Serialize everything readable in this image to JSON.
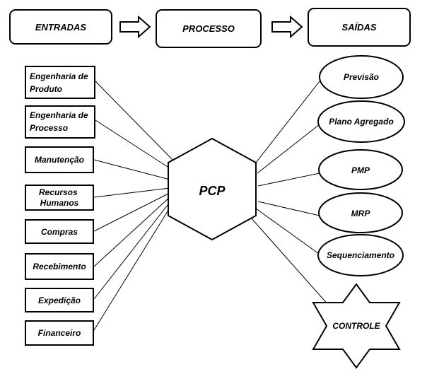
{
  "header": {
    "entradas": "ENTRADAS",
    "processo": "PROCESSO",
    "saidas": "SAÍDAS"
  },
  "center": {
    "label": "PCP"
  },
  "inputs": [
    {
      "line1": "Engenharia de",
      "line2": "Produto"
    },
    {
      "line1": "Engenharia de",
      "line2": "Processo"
    },
    {
      "line1": "Manutenção",
      "line2": ""
    },
    {
      "line1": "Recursos",
      "line2": "Humanos"
    },
    {
      "line1": "Compras",
      "line2": ""
    },
    {
      "line1": "Recebimento",
      "line2": ""
    },
    {
      "line1": "Expedição",
      "line2": ""
    },
    {
      "line1": "Financeiro",
      "line2": ""
    }
  ],
  "outputs": [
    {
      "label": "Previsão"
    },
    {
      "label": "Plano Agregado"
    },
    {
      "label": "PMP"
    },
    {
      "label": "MRP"
    },
    {
      "label": "Sequenciamento"
    }
  ],
  "controle": {
    "label": "CONTROLE"
  }
}
